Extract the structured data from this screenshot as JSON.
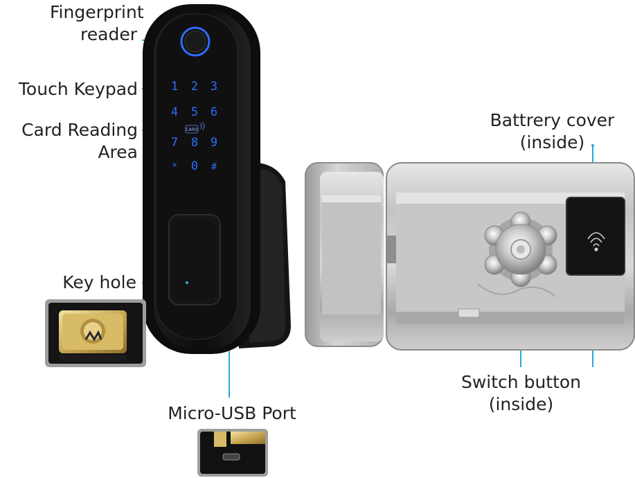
{
  "labels": {
    "fingerprint_reader": [
      "Fingerprint",
      "reader"
    ],
    "touch_keypad": "Touch Keypad",
    "card_reading_area": [
      "Card Reading",
      "Area"
    ],
    "key_hole": "Key hole",
    "micro_usb_port": "Micro-USB Port",
    "battery_cover": [
      "Battrery cover",
      "(inside)"
    ],
    "switch_button": [
      "Switch button",
      "(inside)"
    ]
  },
  "keypad": {
    "keys": [
      "1",
      "2",
      "3",
      "4",
      "5",
      "6",
      "7",
      "8",
      "9",
      "*",
      "0",
      "#"
    ],
    "card_mark": "CARD"
  },
  "colors": {
    "leader_line": "#2aa7d8",
    "keypad_glow": "#2f6dff",
    "lock_body": "#b9b9b9"
  },
  "icons": {
    "fingerprint": "fingerprint-sensor-icon",
    "nfc": "nfc-wave-icon",
    "usb": "micro-usb-icon"
  }
}
